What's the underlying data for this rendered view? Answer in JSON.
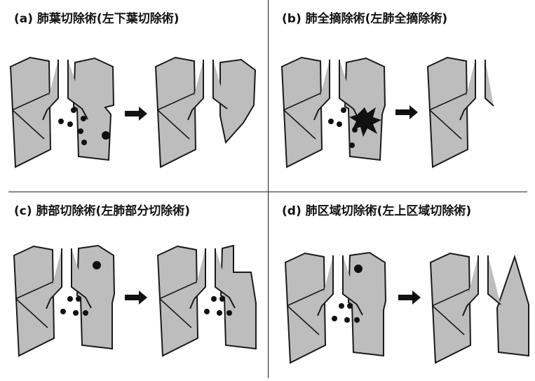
{
  "figure": {
    "colors": {
      "lung_fill": "#bdbdbd",
      "outline": "#1a1a1a",
      "tumor": "#111111",
      "background": "#ffffff"
    },
    "panels": [
      {
        "id": "a",
        "label": "(a) 肺葉切除術(左下葉切除術)"
      },
      {
        "id": "b",
        "label": "(b) 肺全摘除術(左肺全摘除術)"
      },
      {
        "id": "c",
        "label": "(c) 肺部切除術(左肺部分切除術)"
      },
      {
        "id": "d",
        "label": "(d) 肺区域切除術(左上区域切除術)"
      }
    ]
  }
}
